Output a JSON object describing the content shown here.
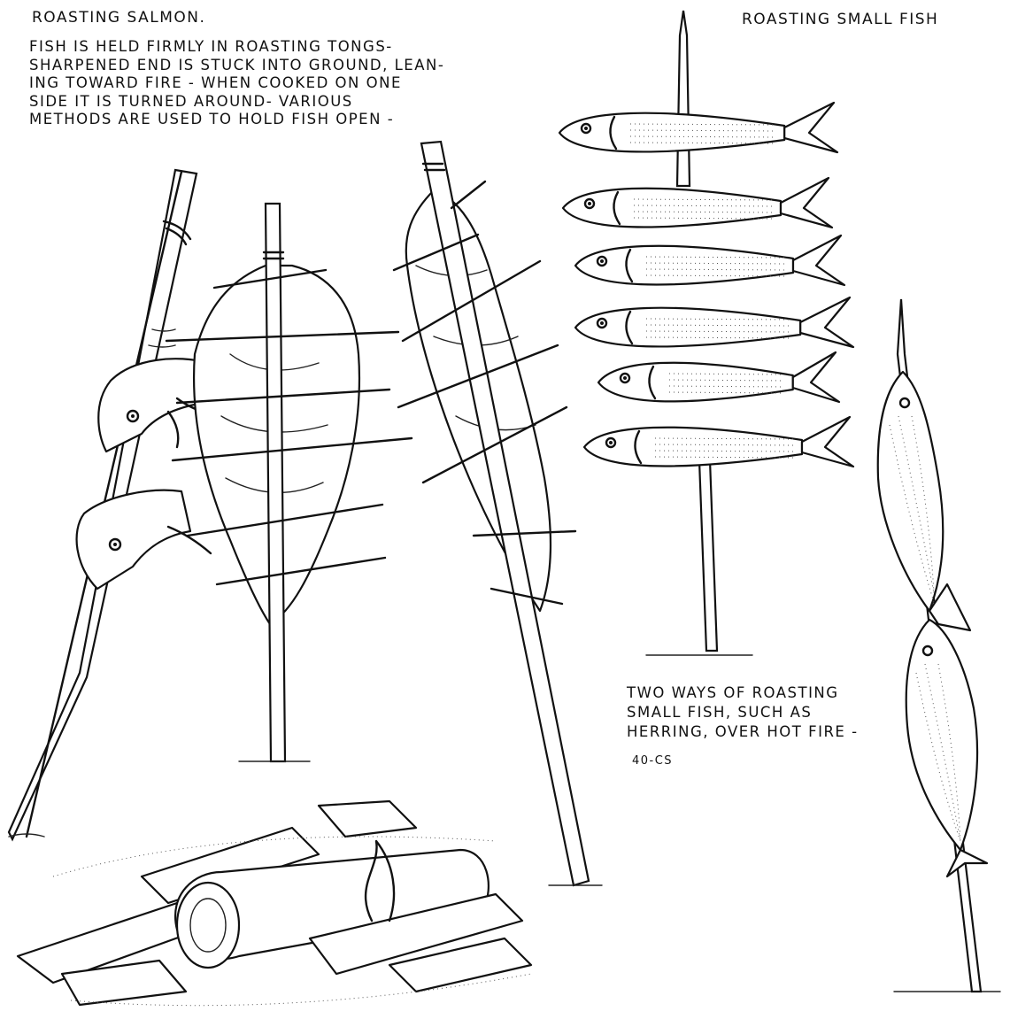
{
  "salmon": {
    "title": "ROASTING SALMON.",
    "description": "FISH IS HELD FIRMLY IN ROASTING TONGS-\nSHARPENED END IS STUCK INTO GROUND, LEAN-\nING TOWARD FIRE - WHEN COOKED ON ONE\nSIDE IT IS TURNED AROUND-    VARIOUS\nMETHODS ARE USED TO HOLD FISH OPEN -"
  },
  "small_fish": {
    "title": "ROASTING SMALL FISH",
    "description": "TWO WAYS OF ROASTING\nSMALL FISH, SUCH AS\nHERRING, OVER HOT FIRE -",
    "credit": "40-CS"
  }
}
